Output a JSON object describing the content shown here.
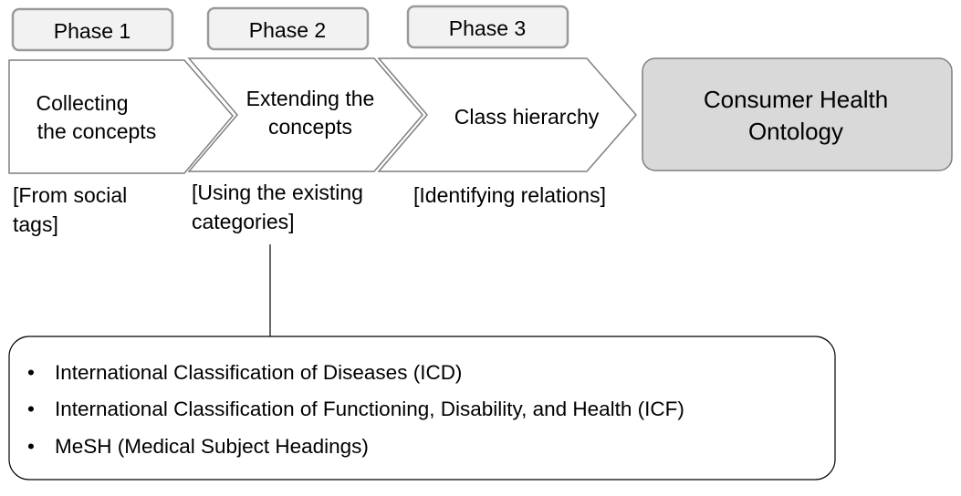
{
  "phases": [
    {
      "label": "Phase 1",
      "step_lines": [
        "Collecting",
        "the concepts"
      ],
      "note_lines": [
        "[From social",
        "tags]"
      ]
    },
    {
      "label": "Phase 2",
      "step_lines": [
        "Extending the",
        "concepts"
      ],
      "note_lines": [
        "[Using the existing",
        "categories]"
      ]
    },
    {
      "label": "Phase 3",
      "step_lines": [
        "Class hierarchy"
      ],
      "note_lines": [
        "[Identifying relations]"
      ]
    }
  ],
  "result": {
    "lines": [
      "Consumer Health",
      "Ontology"
    ]
  },
  "existing_categories": {
    "bullet": "•",
    "items": [
      "International Classification of Diseases (ICD)",
      "International Classification of Functioning, Disability, and Health (ICF)",
      "MeSH (Medical Subject Headings)"
    ]
  },
  "colors": {
    "phase_label_fill": "#f2f2f2",
    "result_fill": "#d9d9d9",
    "outline": "#7f7f7f"
  }
}
